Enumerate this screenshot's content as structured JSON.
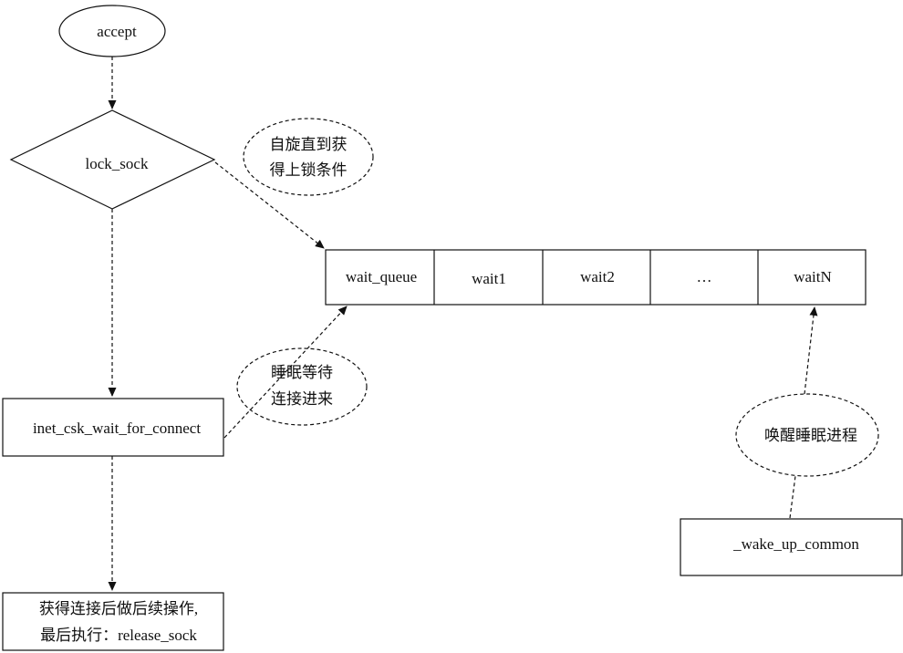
{
  "nodes": {
    "accept": "accept",
    "lock_sock": "lock_sock",
    "spin_note": [
      "自旋直到获",
      "得上锁条件"
    ],
    "wait_connect": "inet_csk_wait_for_connect",
    "sleep_note": [
      "睡眠等待",
      "连接进来"
    ],
    "final_step": [
      "获得连接后做后续操作,",
      "最后执行：release_sock"
    ],
    "wake_note": "唤醒睡眠进程",
    "wake_up": "_wake_up_common"
  },
  "queue": {
    "cells": [
      "wait_queue",
      "wait1",
      "wait2",
      "…",
      "waitN"
    ]
  },
  "colors": {
    "stroke": "#111111",
    "background": "#ffffff"
  }
}
